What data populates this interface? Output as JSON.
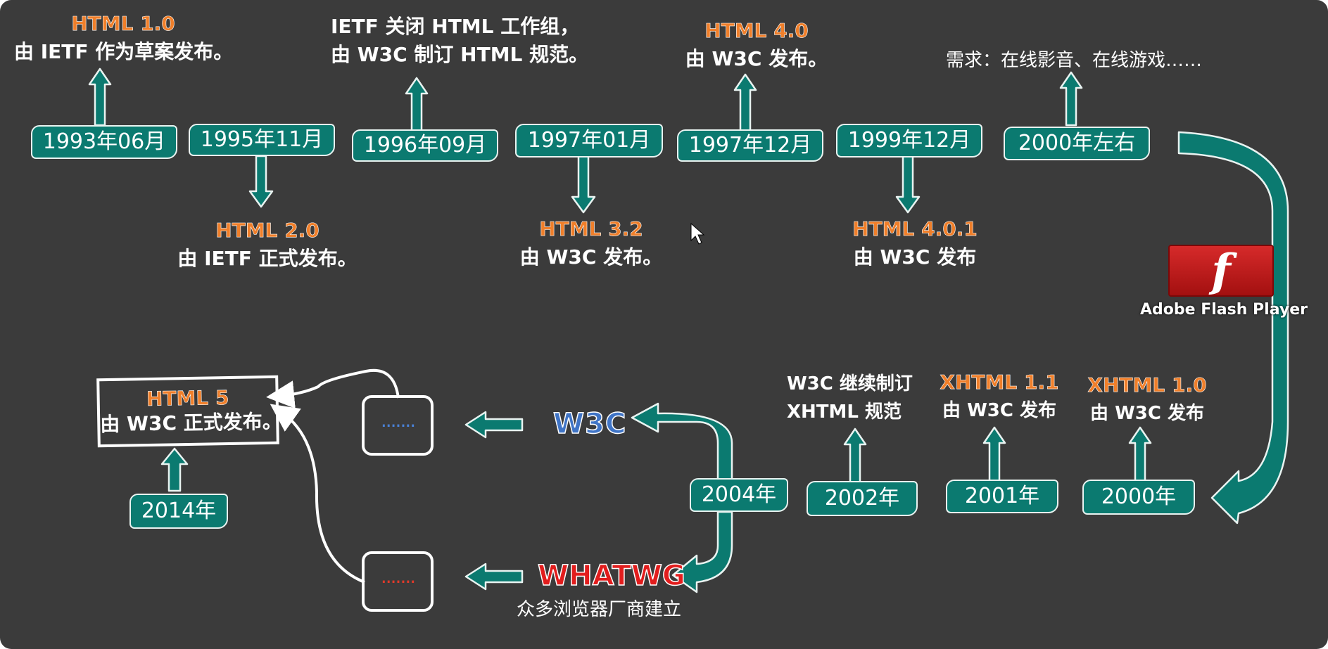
{
  "timeline": {
    "row1": [
      {
        "date": "1993年06月",
        "version": "HTML 1.0",
        "desc": "由 IETF 作为草案发布。"
      },
      {
        "date": "1995年11月",
        "version": "HTML 2.0",
        "desc": "由 IETF 正式发布。"
      },
      {
        "date": "1996年09月",
        "version": "",
        "desc_line1": "IETF 关闭 HTML 工作组，",
        "desc_line2": "由 W3C 制订 HTML 规范。"
      },
      {
        "date": "1997年01月",
        "version": "HTML 3.2",
        "desc": "由 W3C 发布。"
      },
      {
        "date": "1997年12月",
        "version": "HTML 4.0",
        "desc": "由 W3C 发布。"
      },
      {
        "date": "1999年12月",
        "version": "HTML 4.0.1",
        "desc": "由 W3C 发布"
      },
      {
        "date": "2000年左右",
        "version": "",
        "desc": "需求：在线影音、在线游戏……"
      }
    ],
    "row2": [
      {
        "date": "2000年",
        "version": "XHTML 1.0",
        "desc": "由 W3C 发布"
      },
      {
        "date": "2001年",
        "version": "XHTML 1.1",
        "desc": "由 W3C 发布"
      },
      {
        "date": "2002年",
        "desc_line1": "W3C 继续制订",
        "desc_line2": "XHTML 规范"
      },
      {
        "date": "2004年"
      },
      {
        "date": "2014年",
        "version": "HTML 5",
        "desc": "由 W3C 正式发布。"
      }
    ]
  },
  "flash": {
    "label": "Adobe Flash Player",
    "glyph": "f"
  },
  "orgs": {
    "w3c": "W3C",
    "whatwg": "WHATWG",
    "whatwg_sub": "众多浏览器厂商建立",
    "dots": "·······"
  },
  "colors": {
    "background": "#3b3b3b",
    "box_fill": "#0b7a70",
    "version_orange": "#f07f2a",
    "w3c_blue": "#3f74c6",
    "whatwg_red": "#e21d1d"
  }
}
